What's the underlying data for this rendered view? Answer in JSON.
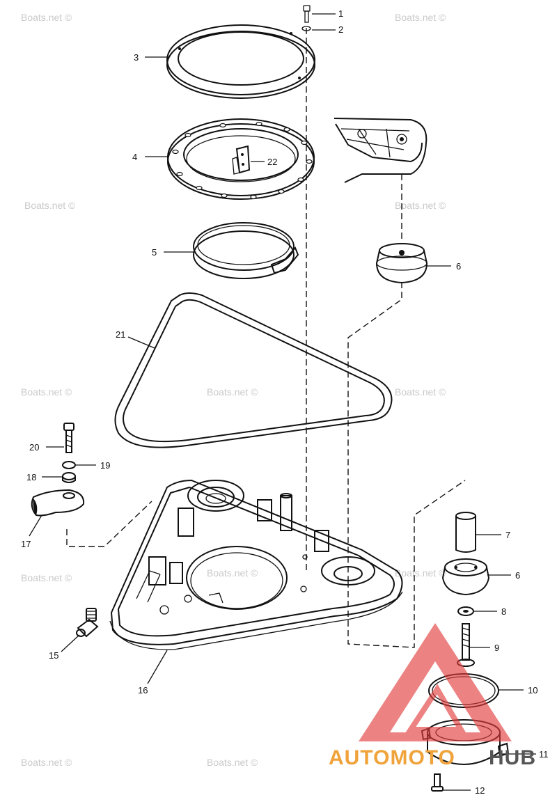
{
  "watermark": "Boats.net ©",
  "brand": {
    "left": "AUTOMOTO",
    "right": "HUB",
    "left_color": "#f0a33a",
    "right_color": "#555555",
    "logo_color": "#e23b3b"
  },
  "callouts": [
    "1",
    "2",
    "3",
    "4",
    "5",
    "6",
    "7",
    "8",
    "9",
    "10",
    "11",
    "12",
    "15",
    "16",
    "17",
    "18",
    "19",
    "20",
    "21",
    "22"
  ],
  "second_6": "6"
}
